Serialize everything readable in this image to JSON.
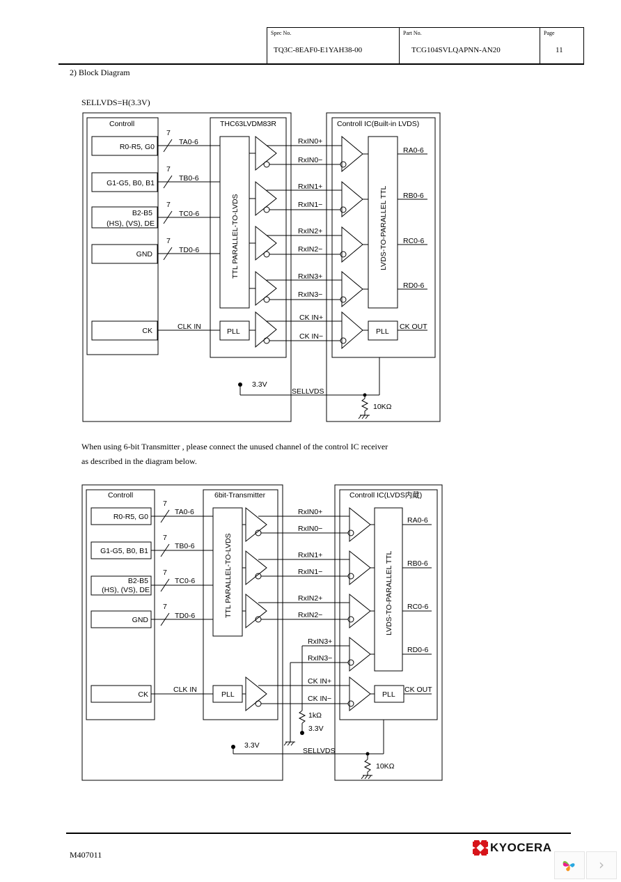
{
  "header": {
    "spec_label": "Spec No.",
    "spec_value": "TQ3C-8EAF0-E1YAH38-00",
    "part_label": "Part No.",
    "part_value": "TCG104SVLQAPNN-AN20",
    "page_label": "Page",
    "page_value": "11"
  },
  "section_title": "2) Block Diagram",
  "diagram1": {
    "condition": "SELLVDS=H(3.3V)",
    "controll_title": "Controll",
    "transmitter_title": "THC63LVDM83R",
    "receiver_title": "Controll IC(Built-in LVDS)",
    "inputs": [
      "R0-R5, G0",
      "G1-G5, B0, B1",
      "B2-B5",
      "(HS), (VS), DE",
      "GND",
      "CK"
    ],
    "bus_width": "7",
    "tx_signals": [
      "TA0-6",
      "TB0-6",
      "TC0-6",
      "TD0-6",
      "CLK IN"
    ],
    "tx_block": "TTL PARALLEL-TO-LVDS",
    "pll": "PLL",
    "lvds_lines": [
      "RxIN0+",
      "RxIN0−",
      "RxIN1+",
      "RxIN1−",
      "RxIN2+",
      "RxIN2−",
      "RxIN3+",
      "RxIN3−",
      "CK IN+",
      "CK IN−"
    ],
    "rx_block": "LVDS-TO-PARALLEL TTL",
    "rx_outputs": [
      "RA0-6",
      "RB0-6",
      "RC0-6",
      "RD0-6",
      "CK OUT"
    ],
    "supply": "3.3V",
    "sellvds": "SELLVDS",
    "resistor": "10KΩ"
  },
  "note_lines": [
    "When using  6-bit Transmitter , please connect the unused channel of the control IC receiver",
    "as described in the diagram below."
  ],
  "diagram2": {
    "controll_title": "Controll",
    "transmitter_title": "6bit-Transmitter",
    "receiver_title": "Controll IC(LVDS内蔵)",
    "inputs": [
      "R0-R5, G0",
      "G1-G5, B0, B1",
      "B2-B5",
      "(HS), (VS), DE",
      "GND",
      "CK"
    ],
    "bus_width": "7",
    "tx_signals": [
      "TA0-6",
      "TB0-6",
      "TC0-6",
      "TD0-6",
      "CLK IN"
    ],
    "tx_block": "TTL PARALLEL-TO-LVDS",
    "pll": "PLL",
    "lvds_lines": [
      "RxIN0+",
      "RxIN0−",
      "RxIN1+",
      "RxIN1−",
      "RxIN2+",
      "RxIN2−",
      "RxIN3+",
      "RxIN3−",
      "CK IN+",
      "CK IN−"
    ],
    "rx_block": "LVDS-TO-PARALLEL TTL",
    "rx_outputs": [
      "RA0-6",
      "RB0-6",
      "RC0-6",
      "RD0-6",
      "CK OUT"
    ],
    "pullup_resistor": "1kΩ",
    "pullup_supply": "3.3V",
    "supply": "3.3V",
    "sellvds": "SELLVDS",
    "resistor": "10KΩ"
  },
  "footer": {
    "doc_code": "M407011",
    "brand": "KYOCERA",
    "brand_color": "#d7141a"
  }
}
